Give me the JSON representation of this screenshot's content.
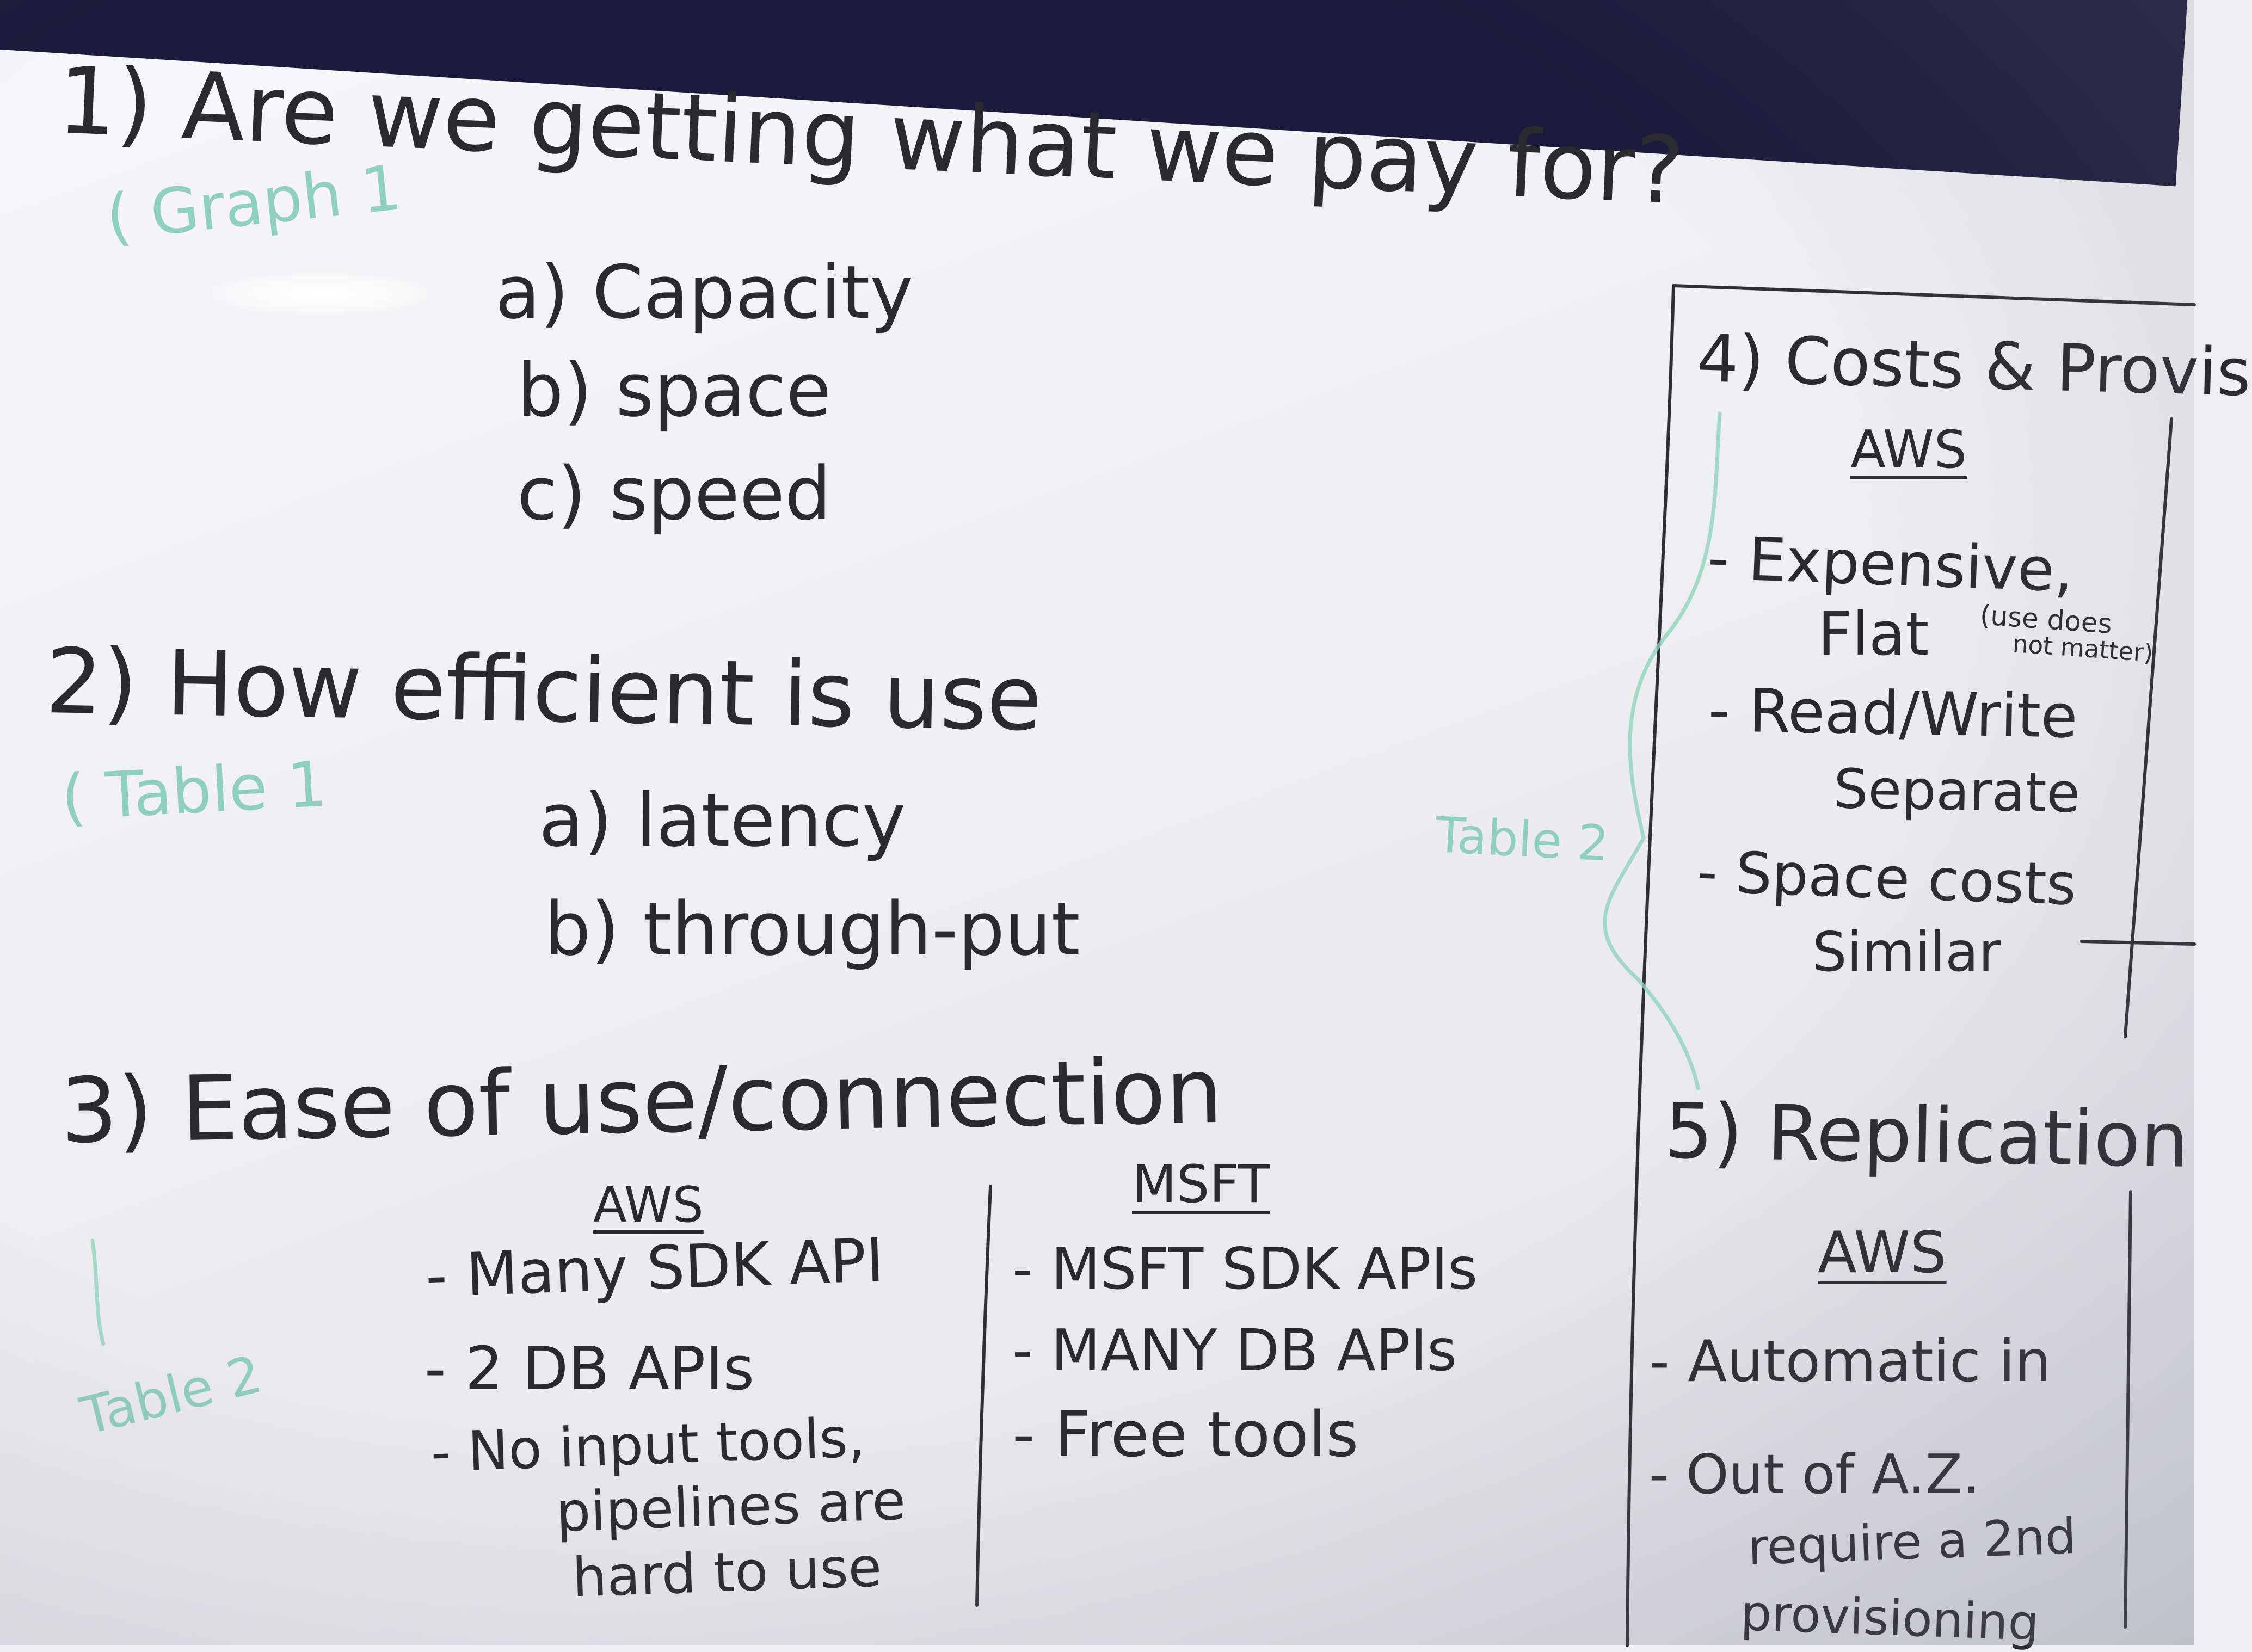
{
  "section1": {
    "heading": "1) Are we getting what we pay for?",
    "items": [
      "a) Capacity",
      "b) space",
      "c) speed"
    ],
    "note": "( Graph 1"
  },
  "section2": {
    "heading": "2) How efficient is use",
    "items": [
      "a) latency",
      "b) through-put"
    ],
    "note": "( Table 1"
  },
  "section3": {
    "heading": "3) Ease of use/connection",
    "note": "Table 2",
    "aws": {
      "label": "AWS",
      "items": [
        "- Many SDK API",
        "- 2 DB APIs",
        "- No input tools,",
        "pipelines are",
        "hard to use"
      ]
    },
    "msft": {
      "label": "MSFT",
      "items": [
        "- MSFT SDK APIs",
        "- MANY DB APIs",
        "- Free tools"
      ]
    }
  },
  "section4": {
    "heading": "4) Costs & Provis",
    "note": "Table 2",
    "aws": {
      "label": "AWS",
      "items": [
        "- Expensive,",
        "Flat",
        "(use does",
        "not matter)",
        "- Read/Write",
        "Separate",
        "- Space costs",
        "Similar"
      ]
    }
  },
  "section5": {
    "heading": "5) Replication",
    "aws": {
      "label": "AWS",
      "items": [
        "- Automatic in",
        "- Out of A.Z.",
        "require a 2nd",
        "provisioning"
      ]
    }
  },
  "colors": {
    "ink": "#2a2a2e",
    "green_marker": "#7fcbb3",
    "frame": "#1b1a3c"
  }
}
